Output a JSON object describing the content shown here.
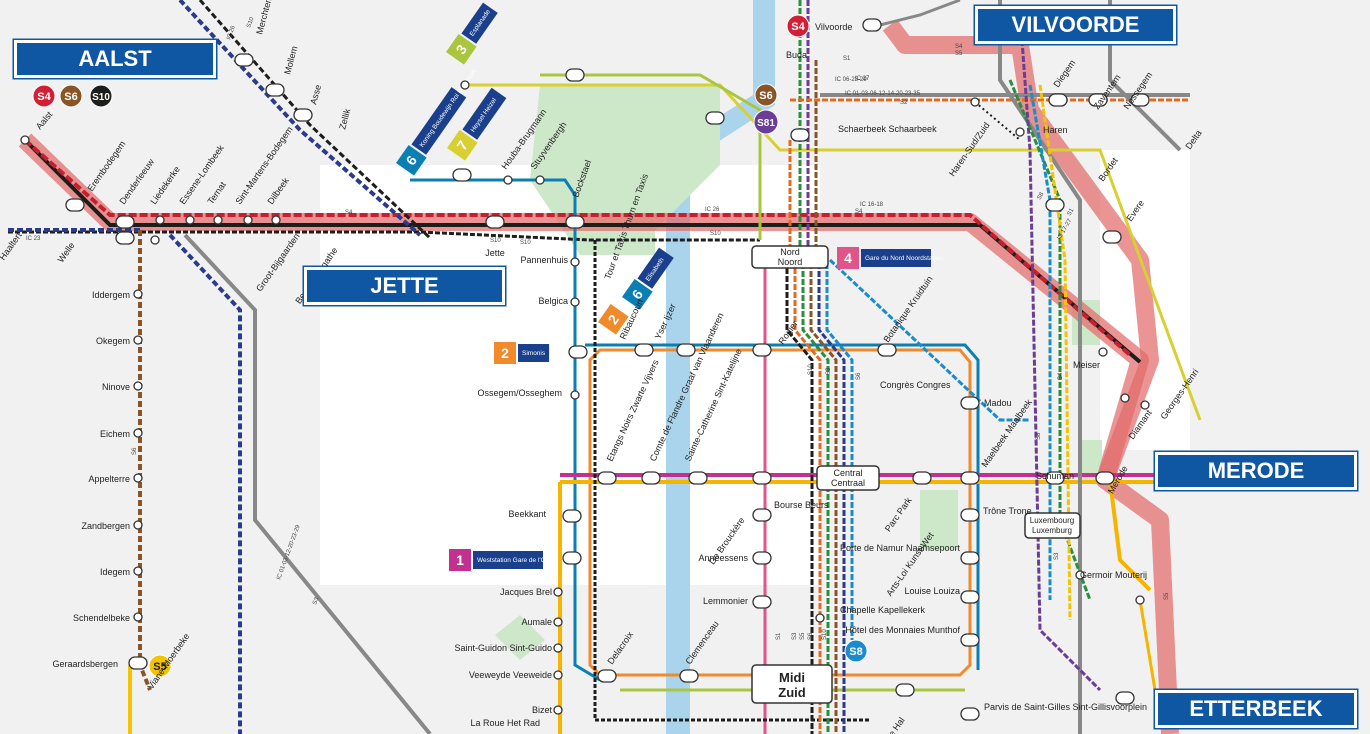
{
  "city_labels": {
    "aalst": "AALST",
    "vilvoorde": "VILVOORDE",
    "jette": "JETTE",
    "merode": "MERODE",
    "etterbeek": "ETTERBEEK"
  },
  "route_badges": {
    "aalst": [
      {
        "label": "S4",
        "color": "#d21f36"
      },
      {
        "label": "S6",
        "color": "#8a5526"
      },
      {
        "label": "S10",
        "color": "#1d1d1b"
      }
    ],
    "vilvoorde": [
      {
        "label": "S4",
        "color": "#d21f36"
      }
    ],
    "schaerbeek": [
      {
        "label": "S6",
        "color": "#8a5526"
      },
      {
        "label": "S81",
        "color": "#6a3d97"
      }
    ],
    "geraardsbergen": [
      {
        "label": "S5",
        "color": "#f5c400"
      }
    ],
    "chapelle": [
      {
        "label": "S8",
        "color": "#1a8ccb"
      }
    ]
  },
  "metro_stops": [
    {
      "num": "3",
      "num_color": "#a9c63e",
      "name": "Esplanade"
    },
    {
      "num": "6",
      "num_color": "#0a7fb4",
      "name": "Koning Boudewijn Roi Baudouin"
    },
    {
      "num": "7",
      "num_color": "#d8cf32",
      "name": "Heysel Heizel"
    },
    {
      "num": "2",
      "num_color": "#f08a2b",
      "name": "Simonis"
    },
    {
      "num": "2",
      "num_color": "#f08a2b",
      "name": ""
    },
    {
      "num": "6",
      "num_color": "#0a7fb4",
      "name": "Elisabeth"
    },
    {
      "num": "4",
      "num_color": "#e0548a",
      "name": "Gare du Nord Noordstation"
    },
    {
      "num": "1",
      "num_color": "#c43090",
      "name": "Weststation Gare de l'Ouest"
    }
  ],
  "hubs": {
    "nord": [
      "Nord",
      "Noord"
    ],
    "central": [
      "Central",
      "Centraal"
    ],
    "midi": [
      "Midi",
      "Zuid"
    ],
    "luxembourg": [
      "Luxembourg",
      "Luxemburg"
    ]
  },
  "stations": [
    {
      "t": "Aalst"
    },
    {
      "t": "Erembodegem"
    },
    {
      "t": "Denderleeuw"
    },
    {
      "t": "Liedekerke"
    },
    {
      "t": "Essene-Lombeek"
    },
    {
      "t": "Ternat"
    },
    {
      "t": "Sint-Martens-Bodegem"
    },
    {
      "t": "Dilbeek"
    },
    {
      "t": "Groot-Bijgaarden"
    },
    {
      "t": "Berchem Agathe"
    },
    {
      "t": "Jette"
    },
    {
      "t": "Haaltert"
    },
    {
      "t": "Welle"
    },
    {
      "t": "Iddergem"
    },
    {
      "t": "Okegem"
    },
    {
      "t": "Ninove"
    },
    {
      "t": "Eichem"
    },
    {
      "t": "Appelterre"
    },
    {
      "t": "Zandbergen"
    },
    {
      "t": "Idegem"
    },
    {
      "t": "Schendelbeke"
    },
    {
      "t": "Geraardsbergen"
    },
    {
      "t": "Viane-Moerbeke"
    },
    {
      "t": "Merchtem"
    },
    {
      "t": "Mollem"
    },
    {
      "t": "Asse"
    },
    {
      "t": "Zellik"
    },
    {
      "t": "Houba-Brugmann"
    },
    {
      "t": "Stuyvenbergh"
    },
    {
      "t": "Bockstael"
    },
    {
      "t": "Pannenhuis"
    },
    {
      "t": "Belgica"
    },
    {
      "t": "Tour et Taxis Thurn en Taxis"
    },
    {
      "t": "Ribaucourt"
    },
    {
      "t": "Yser Ijzer"
    },
    {
      "t": "Ossegem/Osseghem"
    },
    {
      "t": "Beekkant"
    },
    {
      "t": "Etangs Noirs Zwarte Vijvers"
    },
    {
      "t": "Comte de Flandre Graaf van Vlaanderen"
    },
    {
      "t": "Sainte-Catherine Sint-Katelijne"
    },
    {
      "t": "De Brouckère"
    },
    {
      "t": "Bourse Beurs"
    },
    {
      "t": "Anneessens"
    },
    {
      "t": "Lemmonier"
    },
    {
      "t": "Jacques Brel"
    },
    {
      "t": "Aumale"
    },
    {
      "t": "Saint-Guidon Sint-Guido"
    },
    {
      "t": "Veeweyde Veeweide"
    },
    {
      "t": "Bizet"
    },
    {
      "t": "La Roue Het Rad"
    },
    {
      "t": "Delacroix"
    },
    {
      "t": "Clemenceau"
    },
    {
      "t": "Vilvoorde"
    },
    {
      "t": "Buda"
    },
    {
      "t": "Schaerbeek Schaarbeek"
    },
    {
      "t": "Rogier"
    },
    {
      "t": "Botanique Kruidtuin"
    },
    {
      "t": "Congrès Congres"
    },
    {
      "t": "Madou"
    },
    {
      "t": "Parc Park"
    },
    {
      "t": "Arts-Loi Kunst-Wet"
    },
    {
      "t": "Maelbeek Maalbeek"
    },
    {
      "t": "Trône Trone"
    },
    {
      "t": "Porte de Namur Naamsepoort"
    },
    {
      "t": "Louise Louiza"
    },
    {
      "t": "Hôtel des Monnaies Munthof"
    },
    {
      "t": "Chapelle Kapellekerk"
    },
    {
      "t": "Parvis de Saint-Gilles Sint-Gillisvoorplein"
    },
    {
      "t": "Porte de Hal"
    },
    {
      "t": "Schuman"
    },
    {
      "t": "Merode"
    },
    {
      "t": "Haren-Sud/Zuid"
    },
    {
      "t": "Haren"
    },
    {
      "t": "Diegem"
    },
    {
      "t": "Zaventem"
    },
    {
      "t": "Nossegem"
    },
    {
      "t": "Bordet"
    },
    {
      "t": "Evere"
    },
    {
      "t": "Meiser"
    },
    {
      "t": "Diamant"
    },
    {
      "t": "Georges-Henri"
    },
    {
      "t": "Germoir Mouterij"
    },
    {
      "t": "Delta"
    }
  ],
  "rail_labels": [
    {
      "t": "IC 26"
    },
    {
      "t": "S10"
    },
    {
      "t": "S4"
    },
    {
      "t": "S10"
    },
    {
      "t": "IC 26"
    },
    {
      "t": "S4"
    },
    {
      "t": "S10"
    },
    {
      "t": "S10"
    },
    {
      "t": "IC 06-23-29"
    },
    {
      "t": "IC 27"
    },
    {
      "t": "IC 01-03-06-12-14-20-23-35"
    },
    {
      "t": "S2"
    },
    {
      "t": "S1"
    },
    {
      "t": "S4"
    },
    {
      "t": "S5"
    },
    {
      "t": "IC 16-18"
    },
    {
      "t": "S1"
    },
    {
      "t": "S8"
    },
    {
      "t": "IC 17-27"
    },
    {
      "t": "S6"
    },
    {
      "t": "S10"
    },
    {
      "t": "S3"
    },
    {
      "t": "IC 01-03-12-20-23-29"
    },
    {
      "t": "S3"
    },
    {
      "t": "S6"
    },
    {
      "t": "S10"
    },
    {
      "t": "S5"
    },
    {
      "t": "S6"
    },
    {
      "t": "S3"
    },
    {
      "t": "S1"
    },
    {
      "t": "S4"
    },
    {
      "t": "IC 23"
    },
    {
      "t": "S3"
    },
    {
      "t": "S8"
    },
    {
      "t": "S5"
    }
  ]
}
